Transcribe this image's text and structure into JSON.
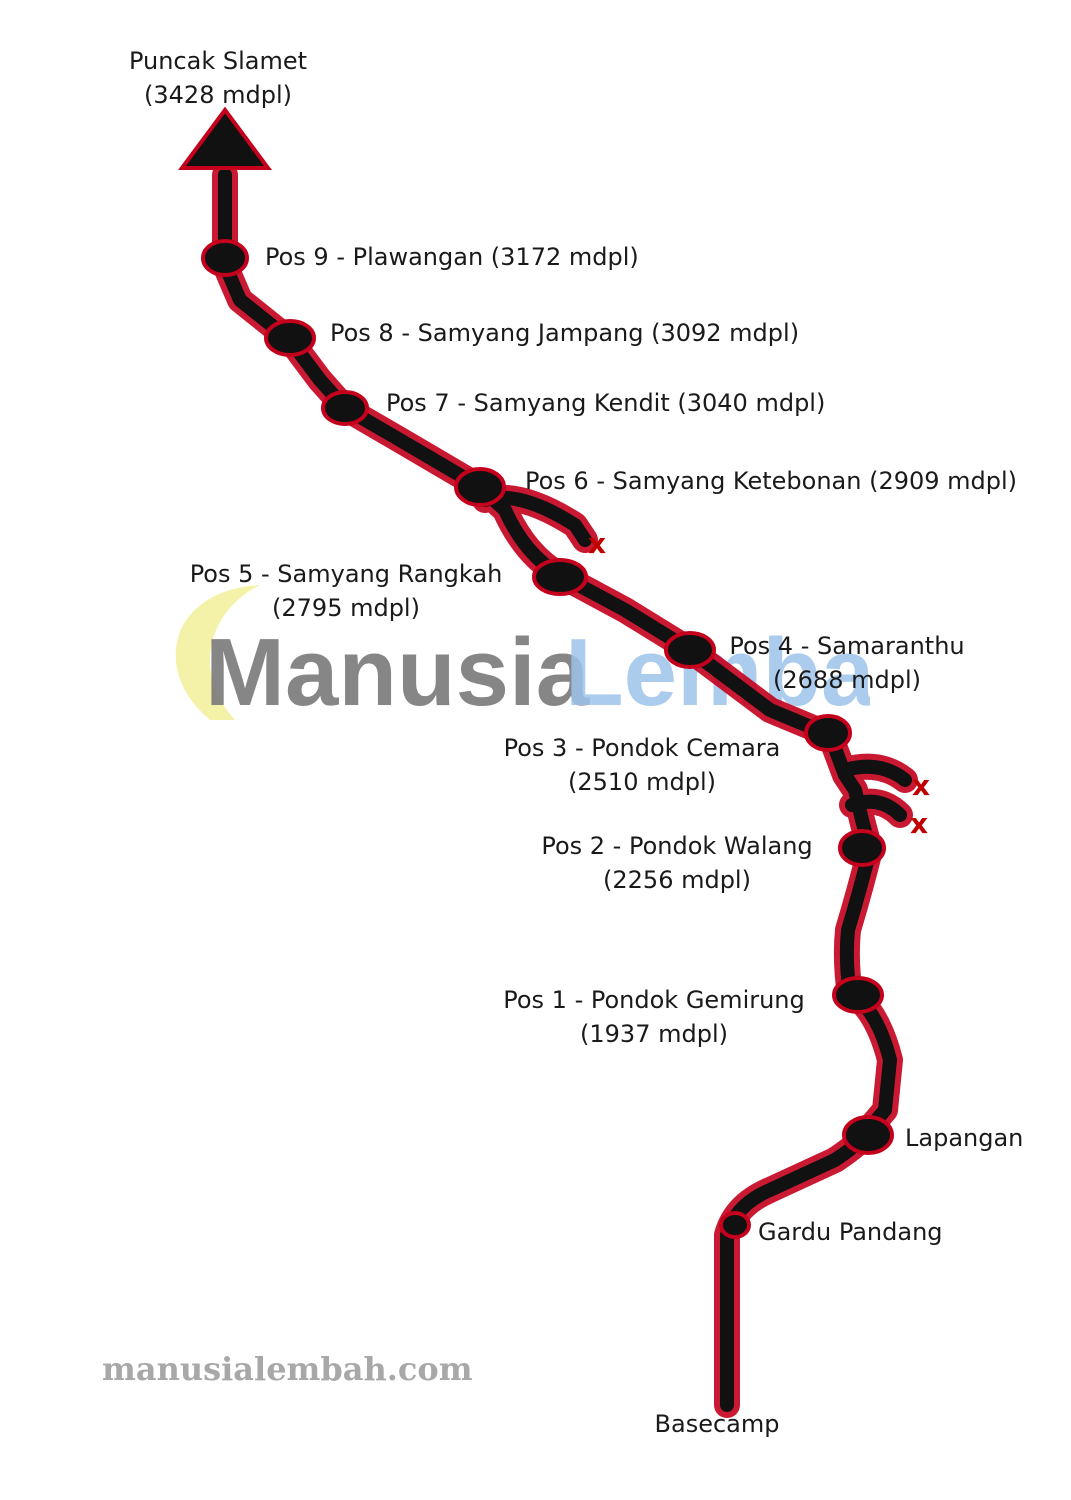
{
  "summit": {
    "name": "Puncak Slamet",
    "elevation": "(3428 mdpl)"
  },
  "posts": [
    {
      "line1": "Pos 9 - Plawangan (3172 mdpl)"
    },
    {
      "line1": "Pos 8 - Samyang Jampang (3092 mdpl)"
    },
    {
      "line1": "Pos 7 - Samyang Kendit (3040 mdpl)"
    },
    {
      "line1": "Pos 6 - Samyang Ketebonan (2909 mdpl)"
    },
    {
      "line1": "Pos 5 - Samyang Rangkah",
      "line2": "(2795 mdpl)"
    },
    {
      "line1": "Pos 4 - Samaranthu",
      "line2": "(2688 mdpl)"
    },
    {
      "line1": "Pos 3 - Pondok Cemara",
      "line2": "(2510 mdpl)"
    },
    {
      "line1": "Pos 2 - Pondok Walang",
      "line2": "(2256 mdpl)"
    },
    {
      "line1": "Pos 1 - Pondok Gemirung",
      "line2": "(1937 mdpl)"
    }
  ],
  "waypoints": {
    "lapangan": "Lapangan",
    "gardu": "Gardu Pandang",
    "basecamp": "Basecamp"
  },
  "dead_end_mark": "x",
  "watermark": {
    "logo_part1": "Manusia",
    "logo_part2": "Lembah",
    "url": "manusialembah.com"
  },
  "colors": {
    "trail": "#111111",
    "trail_edge": "#c4001c",
    "dead_end": "#c00000",
    "logo_gray": "#7a7a7a",
    "logo_blue": "#9ec4ec",
    "logo_sun": "#f2ef9a"
  }
}
